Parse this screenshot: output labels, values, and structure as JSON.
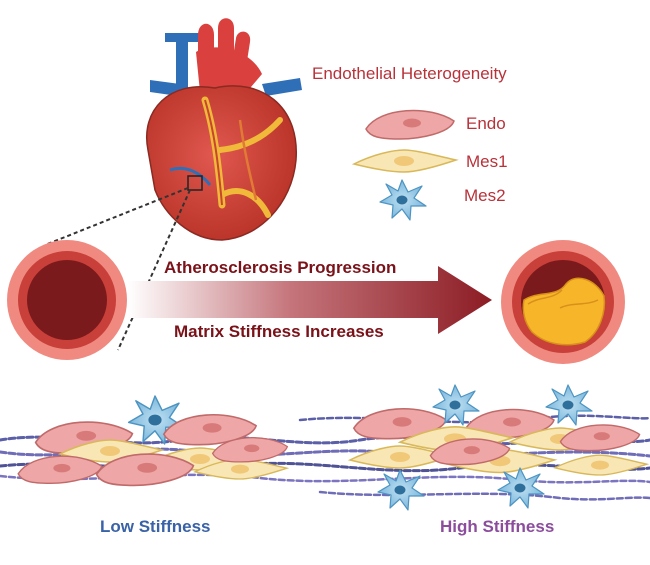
{
  "title": "Endothelial Heterogeneity",
  "legend": [
    {
      "label": "Endo",
      "icon": "endo-cell-icon"
    },
    {
      "label": "Mes1",
      "icon": "mes1-cell-icon"
    },
    {
      "label": "Mes2",
      "icon": "mes2-cell-icon"
    }
  ],
  "progression": {
    "top_label": "Atherosclerosis Progression",
    "bottom_label": "Matrix Stiffness Increases"
  },
  "panels": {
    "low": "Low Stiffness",
    "high": "High Stiffness"
  },
  "colors": {
    "title_red": "#b8323a",
    "arrow_dark": "#7a1219",
    "low_blue": "#3a62a6",
    "high_purple": "#8b4d9c",
    "endo_pink": "#eea6a6",
    "mes1_yellow": "#f8e6b4",
    "mes2_blue": "#8ec4e2"
  }
}
